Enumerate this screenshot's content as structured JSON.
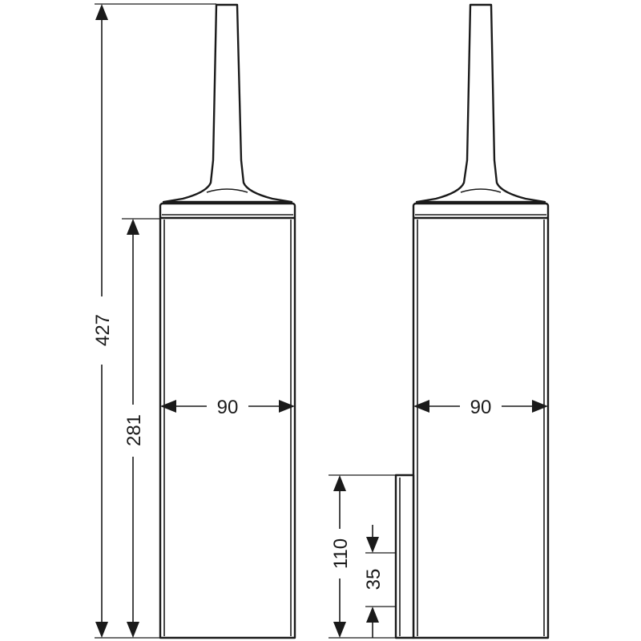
{
  "dimensions": {
    "overall_height": "427",
    "container_height": "281",
    "left_width": "90",
    "right_width": "90",
    "bracket_height": "110",
    "bracket_offset": "35"
  },
  "colors": {
    "line": "#1a1a1a",
    "background": "#ffffff"
  }
}
